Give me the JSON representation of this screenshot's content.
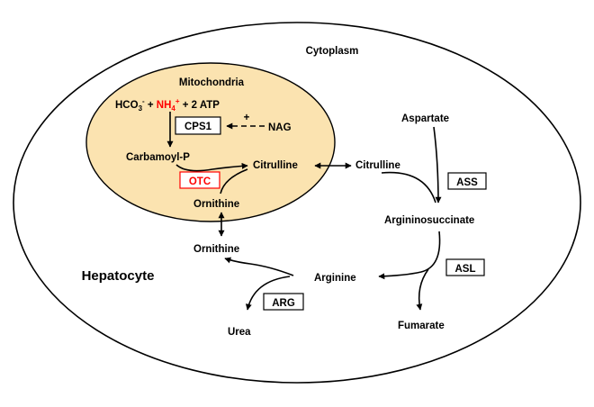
{
  "colors": {
    "cytoplasm_label": "#2E75B6",
    "mitochondria_label": "#C55A11",
    "mitochondria_fill": "#FBE3B0",
    "highlight_red": "#FF0000",
    "line": "#000000",
    "background": "#FFFFFF"
  },
  "compartments": {
    "cytoplasm": "Cytoplasm",
    "mitochondria": "Mitochondria",
    "cell": "Hepatocyte"
  },
  "reaction": {
    "hco3": "HCO",
    "hco3_sub": "3",
    "hco3_sup": "-",
    "plus1": " + ",
    "nh4": "NH",
    "nh4_sub": "4",
    "nh4_sup": "+",
    "rest": " + 2 ATP"
  },
  "enzymes": {
    "cps1": "CPS1",
    "otc": "OTC",
    "ass": "ASS",
    "asl": "ASL",
    "arg": "ARG"
  },
  "activator": {
    "name": "NAG",
    "sign": "+"
  },
  "metabolites": {
    "carbamoyl_p": "Carbamoyl-P",
    "citrulline_mito": "Citrulline",
    "citrulline_cyto": "Citrulline",
    "ornithine_mito": "Ornithine",
    "ornithine_cyto": "Ornithine",
    "aspartate": "Aspartate",
    "argininosuccinate": "Argininosuccinate",
    "arginine": "Arginine",
    "fumarate": "Fumarate",
    "urea": "Urea"
  }
}
